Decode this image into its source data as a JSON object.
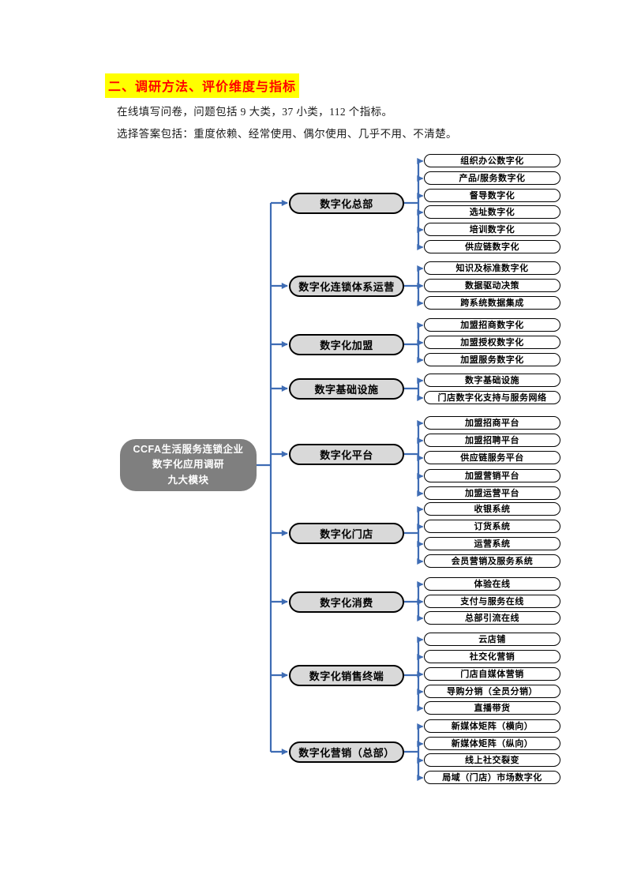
{
  "page": {
    "heading": "二、调研方法、评价维度与指标",
    "para1": "在线填写问卷，问题包括 9 大类，37 小类，112 个指标。",
    "para2": "选择答案包括：重度依赖、经常使用、偶尔使用、几乎不用、不清楚。"
  },
  "colors": {
    "connector_blue": "#3e6cb4",
    "heading_red": "#ff0000",
    "heading_highlight": "#ffff00",
    "root_fill": "#7f7f7f",
    "branch_fill": "#d9d9d9",
    "leaf_fill": "#ffffff"
  },
  "diagram": {
    "root_lines": [
      "CCFA生活服务连锁企业",
      "数字化应用调研",
      "九大模块"
    ],
    "branches": [
      {
        "label": "数字化总部",
        "leaves": [
          "组织办公数字化",
          "产品/服务数字化",
          "督导数字化",
          "选址数字化",
          "培训数字化",
          "供应链数字化"
        ]
      },
      {
        "label": "数字化连锁体系运营",
        "leaves": [
          "知识及标准数字化",
          "数据驱动决策",
          "跨系统数据集成"
        ]
      },
      {
        "label": "数字化加盟",
        "leaves": [
          "加盟招商数字化",
          "加盟授权数字化",
          "加盟服务数字化"
        ]
      },
      {
        "label": "数字基础设施",
        "leaves": [
          "数字基础设施",
          "门店数字化支持与服务网络"
        ]
      },
      {
        "label": "数字化平台",
        "leaves": [
          "加盟招商平台",
          "加盟招聘平台",
          "供应链服务平台",
          "加盟营销平台",
          "加盟运营平台"
        ]
      },
      {
        "label": "数字化门店",
        "leaves": [
          "收银系统",
          "订货系统",
          "运营系统",
          "会员营销及服务系统"
        ]
      },
      {
        "label": "数字化消费",
        "leaves": [
          "体验在线",
          "支付与服务在线",
          "总部引流在线"
        ]
      },
      {
        "label": "数字化销售终端",
        "leaves": [
          "云店铺",
          "社交化营销",
          "门店自媒体营销",
          "导购分销（全员分销）",
          "直播带货"
        ]
      },
      {
        "label": "数字化营销（总部）",
        "leaves": [
          "新媒体矩阵（横向）",
          "新媒体矩阵（纵向）",
          "线上社交裂变",
          "局域（门店）市场数字化"
        ]
      }
    ]
  }
}
